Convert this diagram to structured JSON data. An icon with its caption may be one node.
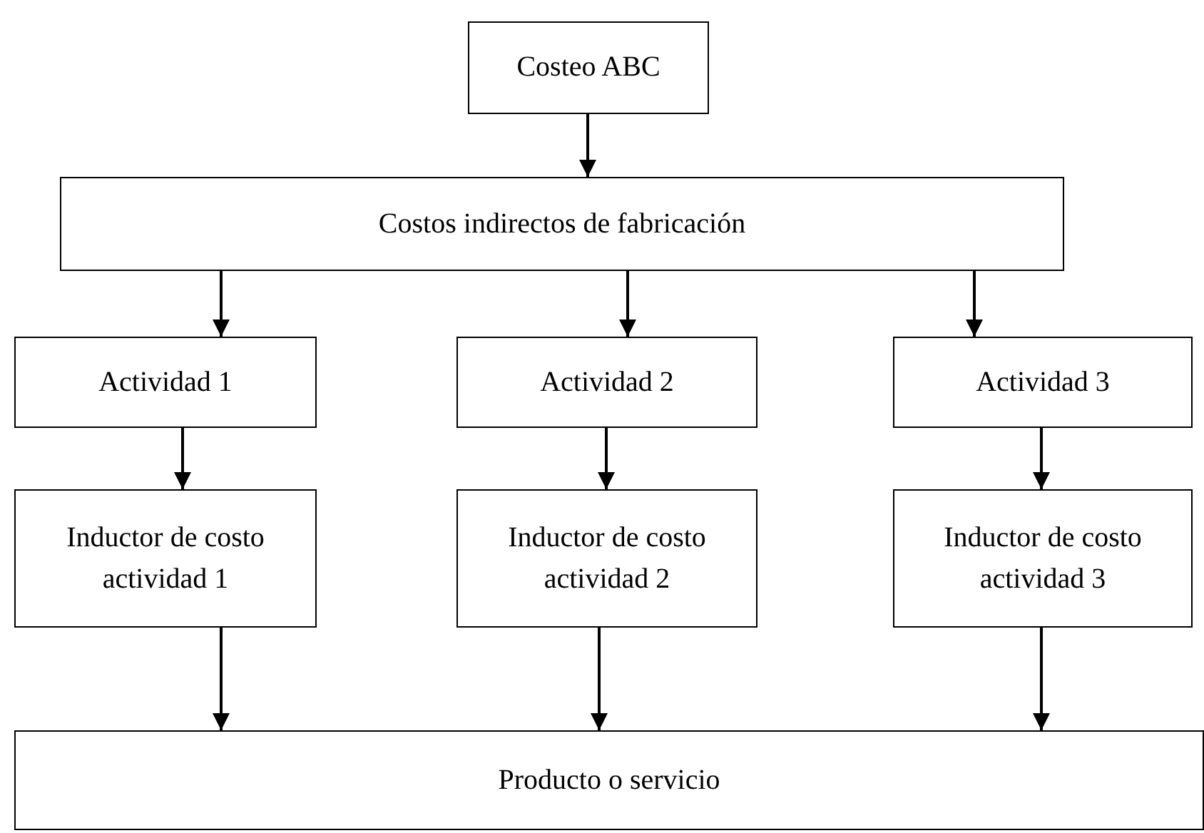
{
  "diagram": {
    "nodes": [
      {
        "text": [
          "Costeo ABC"
        ]
      },
      {
        "text": [
          "Costos indirectos de fabricación"
        ]
      },
      {
        "text": [
          "Actividad 1"
        ]
      },
      {
        "text": [
          "Actividad 2"
        ]
      },
      {
        "text": [
          "Actividad 3"
        ]
      },
      {
        "text": [
          "Inductor de costo actividad 1"
        ]
      },
      {
        "text": [
          "Inductor de costo actividad 2"
        ]
      },
      {
        "text": [
          "Inductor de costo actividad 3"
        ]
      },
      {
        "text": [
          "Producto o servicio"
        ]
      }
    ],
    "edges": [
      {
        "from": 0,
        "to": 1,
        "arrow": "to"
      },
      {
        "from": 1,
        "to": 2,
        "arrow": "to"
      },
      {
        "from": 1,
        "to": 3,
        "arrow": "to"
      },
      {
        "from": 1,
        "to": 4,
        "arrow": "to"
      },
      {
        "from": 2,
        "to": 5,
        "arrow": "to"
      },
      {
        "from": 3,
        "to": 6,
        "arrow": "to"
      },
      {
        "from": 4,
        "to": 7,
        "arrow": "to"
      },
      {
        "from": 5,
        "to": 8,
        "arrow": "to"
      },
      {
        "from": 6,
        "to": 8,
        "arrow": "to"
      },
      {
        "from": 7,
        "to": 8,
        "arrow": "to"
      }
    ]
  }
}
